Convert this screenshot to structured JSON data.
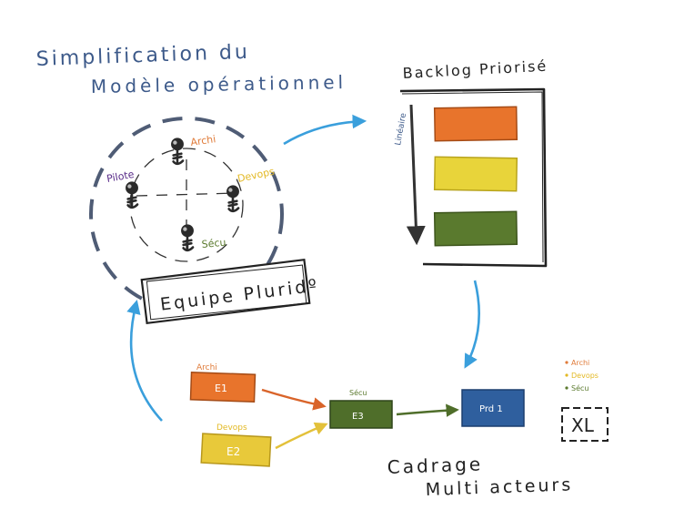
{
  "title": {
    "line1": "Simplification du",
    "line2": "Modèle opérationnel",
    "color": "#3d5a8a"
  },
  "team": {
    "label": "Equipe Pluridº",
    "members": [
      {
        "role": "Archi",
        "color": "#e07b39"
      },
      {
        "role": "Pilote",
        "color": "#5a2d8a"
      },
      {
        "role": "Devops",
        "color": "#e3b924"
      },
      {
        "role": "Sécu",
        "color": "#5b7a2e"
      }
    ]
  },
  "backlog": {
    "title": "Backlog Priorisé",
    "axis_label": "Linéaire",
    "bars": [
      {
        "color": "#e8742c"
      },
      {
        "color": "#e8d43a"
      },
      {
        "color": "#5a7a2e"
      }
    ]
  },
  "cadrage": {
    "label_line1": "Cadrage",
    "label_line2": "Multi acteurs",
    "boxes": [
      {
        "id": "e1",
        "label": "E1",
        "tag": "Archi",
        "color": "#e8742c",
        "tag_color": "#e07b39"
      },
      {
        "id": "e2",
        "label": "E2",
        "tag": "Devops",
        "color": "#e8c93a",
        "tag_color": "#e3b924"
      },
      {
        "id": "e3",
        "label": "E3",
        "tag": "Sécu",
        "color": "#4f6e2a",
        "tag_color": "#5b7a2e"
      },
      {
        "id": "prod",
        "label": "Prd 1",
        "tag": "",
        "color": "#2f5f9e",
        "tag_color": ""
      }
    ],
    "legend": [
      {
        "label": "Archi",
        "color": "#e07b39"
      },
      {
        "label": "Devops",
        "color": "#e3b924"
      },
      {
        "label": "Sécu",
        "color": "#5b7a2e"
      }
    ],
    "size_tag": "XL"
  },
  "colors": {
    "arrow_blue": "#3a9fdc",
    "ink": "#222222"
  }
}
